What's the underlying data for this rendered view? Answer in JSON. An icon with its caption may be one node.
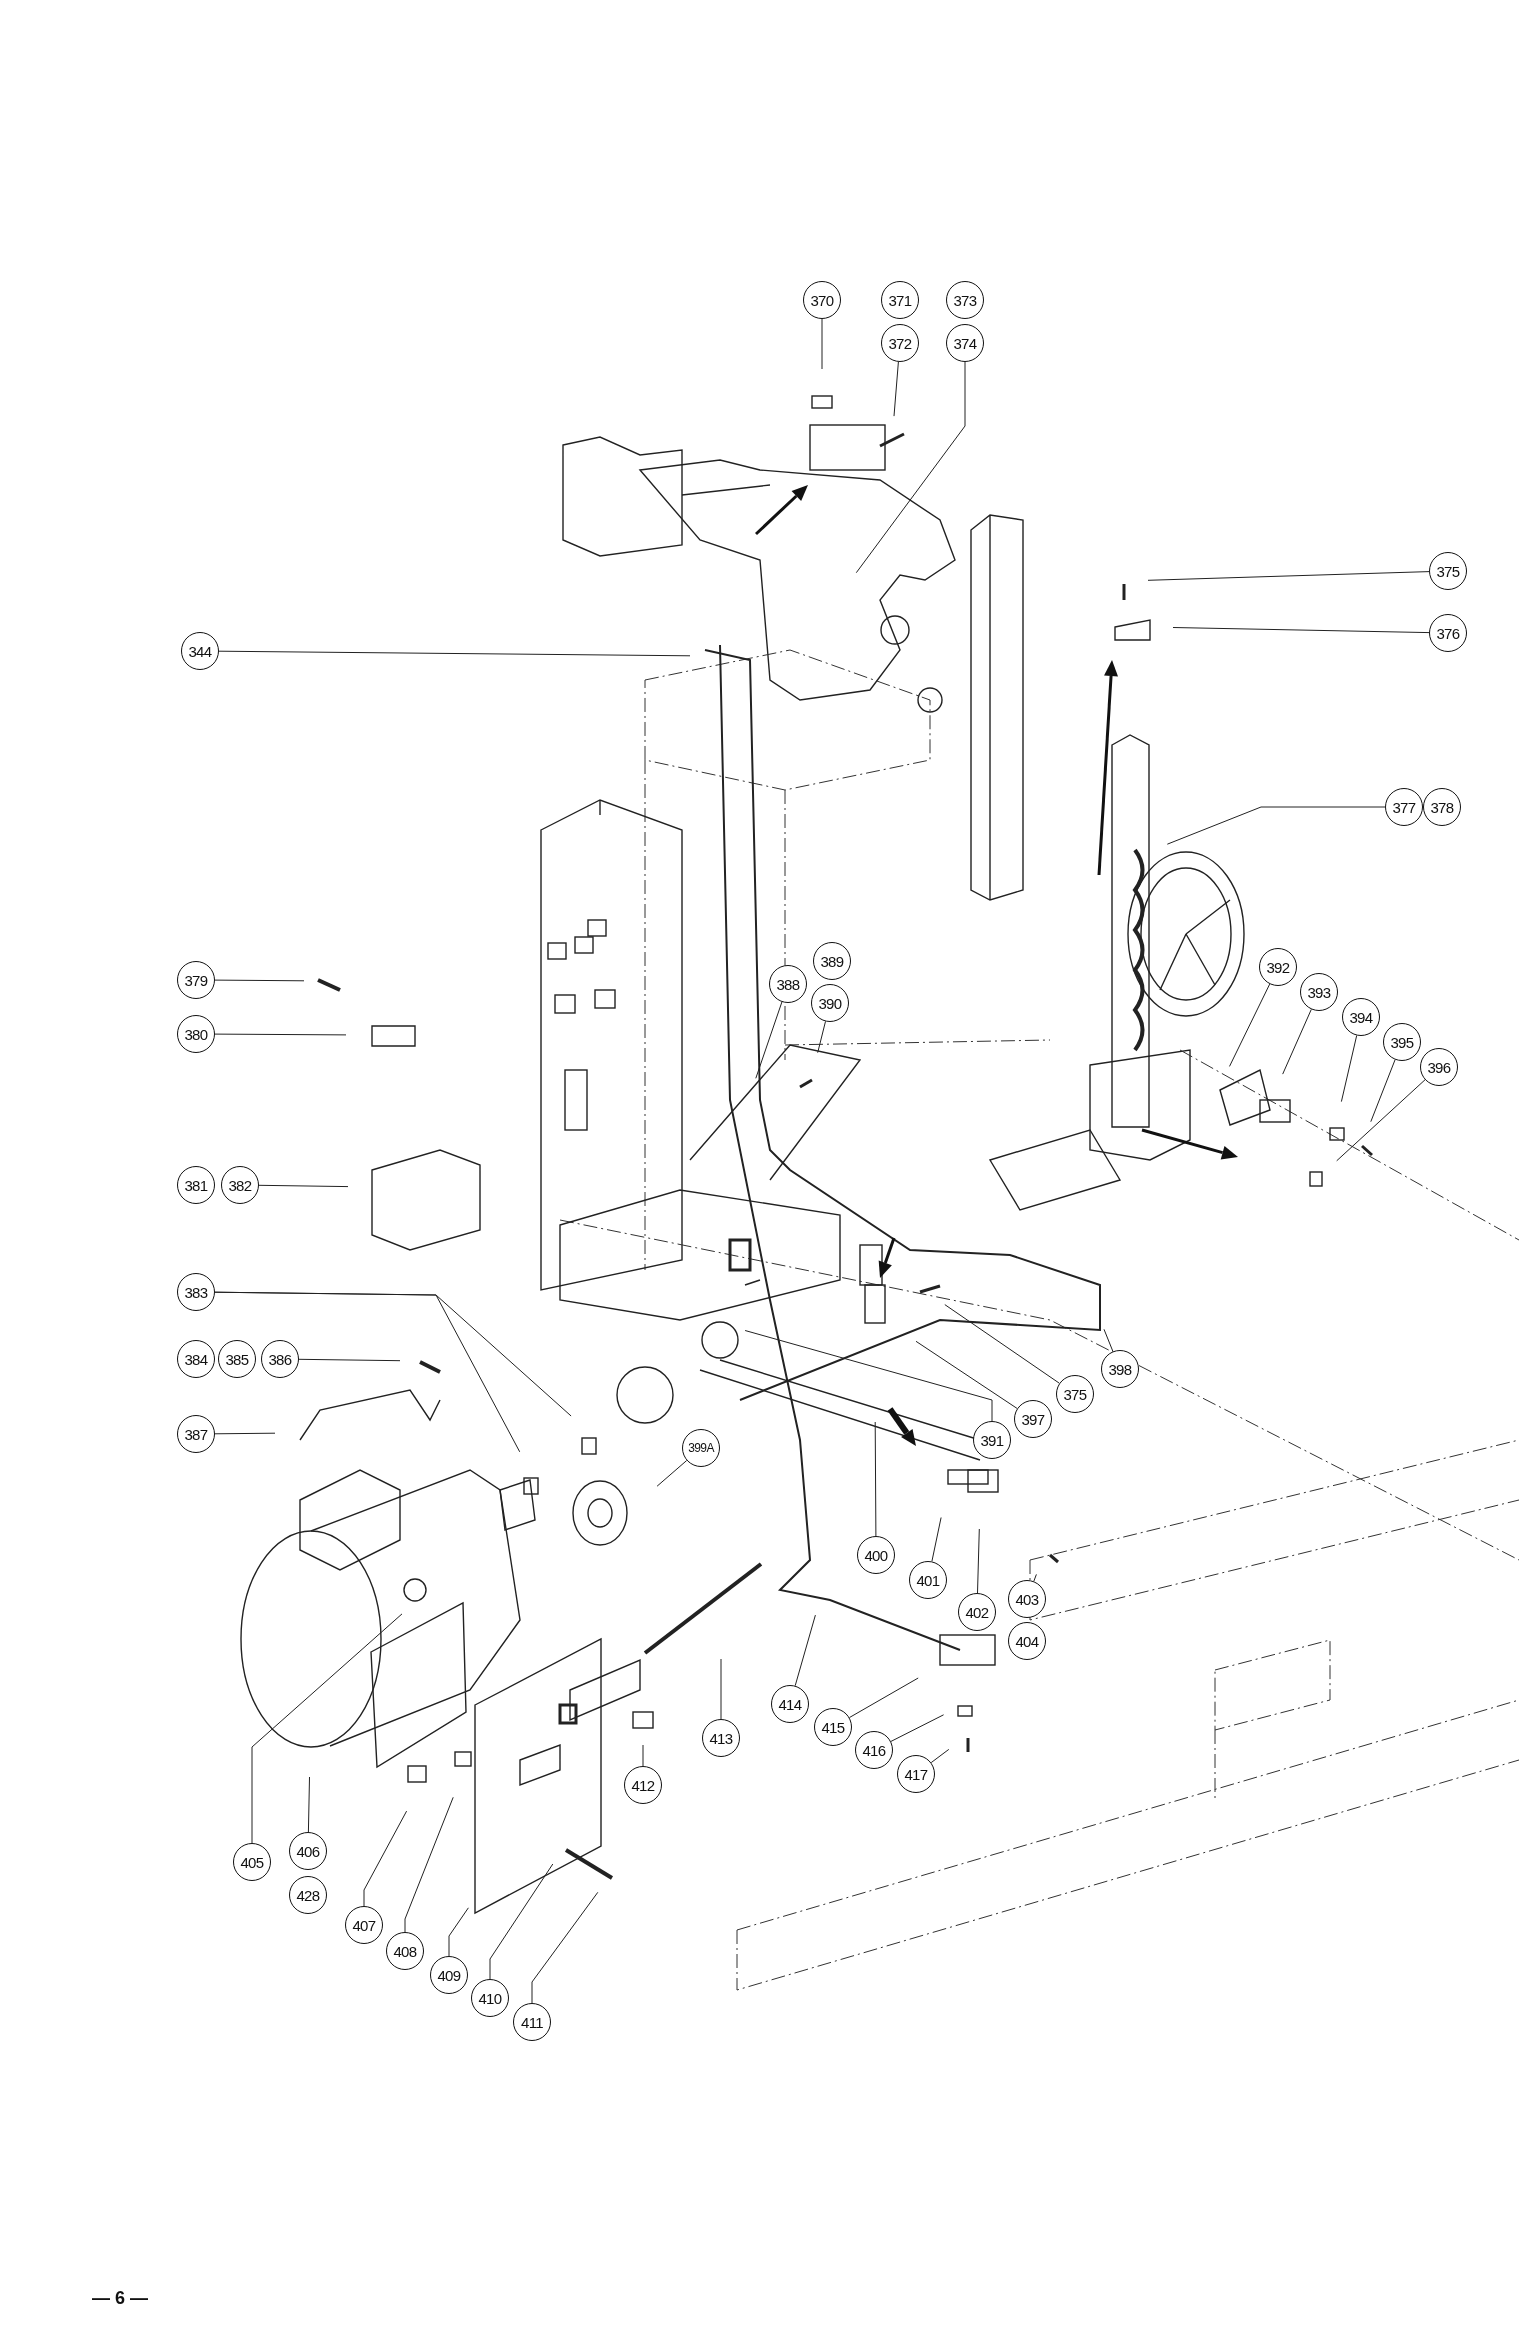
{
  "diagram": {
    "nodes": [
      {
        "text": [
          "370"
        ]
      },
      {
        "text": [
          "371"
        ]
      },
      {
        "text": [
          "373"
        ]
      },
      {
        "text": [
          "372"
        ]
      },
      {
        "text": [
          "374"
        ]
      },
      {
        "text": [
          "375"
        ]
      },
      {
        "text": [
          "376"
        ]
      },
      {
        "text": [
          "344"
        ]
      },
      {
        "text": [
          "377"
        ]
      },
      {
        "text": [
          "378"
        ]
      },
      {
        "text": [
          "379"
        ]
      },
      {
        "text": [
          "389"
        ]
      },
      {
        "text": [
          "392"
        ]
      },
      {
        "text": [
          "388"
        ]
      },
      {
        "text": [
          "393"
        ]
      },
      {
        "text": [
          "390"
        ]
      },
      {
        "text": [
          "394"
        ]
      },
      {
        "text": [
          "380"
        ]
      },
      {
        "text": [
          "395"
        ]
      },
      {
        "text": [
          "396"
        ]
      },
      {
        "text": [
          "381"
        ]
      },
      {
        "text": [
          "382"
        ]
      },
      {
        "text": [
          "383"
        ]
      },
      {
        "text": [
          "384"
        ]
      },
      {
        "text": [
          "385"
        ]
      },
      {
        "text": [
          "386"
        ]
      },
      {
        "text": [
          "398"
        ]
      },
      {
        "text": [
          "391"
        ]
      },
      {
        "text": [
          "375"
        ]
      },
      {
        "text": [
          "397"
        ]
      },
      {
        "text": [
          "387"
        ]
      },
      {
        "text": [
          "399A"
        ]
      },
      {
        "text": [
          "400"
        ]
      },
      {
        "text": [
          "401"
        ]
      },
      {
        "text": [
          "403"
        ]
      },
      {
        "text": [
          "402"
        ]
      },
      {
        "text": [
          "404"
        ]
      },
      {
        "text": [
          "414"
        ]
      },
      {
        "text": [
          "415"
        ]
      },
      {
        "text": [
          "413"
        ]
      },
      {
        "text": [
          "416"
        ]
      },
      {
        "text": [
          "417"
        ]
      },
      {
        "text": [
          "412"
        ]
      },
      {
        "text": [
          "406"
        ]
      },
      {
        "text": [
          "405"
        ]
      },
      {
        "text": [
          "428"
        ]
      },
      {
        "text": [
          "407"
        ]
      },
      {
        "text": [
          "408"
        ]
      },
      {
        "text": [
          "409"
        ]
      },
      {
        "text": [
          "410"
        ]
      },
      {
        "text": [
          "411"
        ]
      }
    ],
    "edges": [
      {
        "from": 0,
        "to": null,
        "arrow": "none"
      },
      {
        "from": 3,
        "to": null,
        "arrow": "none"
      },
      {
        "from": 4,
        "to": null,
        "arrow": "none"
      },
      {
        "from": 5,
        "to": null,
        "arrow": "none"
      },
      {
        "from": 6,
        "to": null,
        "arrow": "none"
      },
      {
        "from": 7,
        "to": null,
        "arrow": "none"
      },
      {
        "from": 8,
        "to": null,
        "arrow": "none"
      },
      {
        "from": 10,
        "to": null,
        "arrow": "none"
      },
      {
        "from": 13,
        "to": null,
        "arrow": "none"
      },
      {
        "from": 15,
        "to": null,
        "arrow": "none"
      },
      {
        "from": 12,
        "to": null,
        "arrow": "none"
      },
      {
        "from": 14,
        "to": null,
        "arrow": "none"
      },
      {
        "from": 16,
        "to": null,
        "arrow": "none"
      },
      {
        "from": 18,
        "to": null,
        "arrow": "none"
      },
      {
        "from": 19,
        "to": null,
        "arrow": "none"
      },
      {
        "from": 17,
        "to": null,
        "arrow": "none"
      },
      {
        "from": 21,
        "to": null,
        "arrow": "none"
      },
      {
        "from": 22,
        "to": null,
        "arrow": "none"
      },
      {
        "from": 22,
        "to": null,
        "arrow": "none"
      },
      {
        "from": 25,
        "to": null,
        "arrow": "none"
      },
      {
        "from": 26,
        "to": null,
        "arrow": "none"
      },
      {
        "from": 28,
        "to": null,
        "arrow": "none"
      },
      {
        "from": 29,
        "to": null,
        "arrow": "none"
      },
      {
        "from": 27,
        "to": null,
        "arrow": "none"
      },
      {
        "from": 30,
        "to": null,
        "arrow": "none"
      },
      {
        "from": 31,
        "to": null,
        "arrow": "none"
      },
      {
        "from": 32,
        "to": null,
        "arrow": "none"
      },
      {
        "from": 33,
        "to": null,
        "arrow": "none"
      },
      {
        "from": 35,
        "to": null,
        "arrow": "none"
      },
      {
        "from": 34,
        "to": null,
        "arrow": "none"
      },
      {
        "from": 37,
        "to": null,
        "arrow": "none"
      },
      {
        "from": 38,
        "to": null,
        "arrow": "none"
      },
      {
        "from": 39,
        "to": null,
        "arrow": "none"
      },
      {
        "from": 40,
        "to": null,
        "arrow": "none"
      },
      {
        "from": 41,
        "to": null,
        "arrow": "none"
      },
      {
        "from": 42,
        "to": null,
        "arrow": "none"
      },
      {
        "from": 43,
        "to": null,
        "arrow": "none"
      },
      {
        "from": 44,
        "to": null,
        "arrow": "none"
      },
      {
        "from": 46,
        "to": null,
        "arrow": "none"
      },
      {
        "from": 47,
        "to": null,
        "arrow": "none"
      },
      {
        "from": 48,
        "to": null,
        "arrow": "none"
      },
      {
        "from": 49,
        "to": null,
        "arrow": "none"
      },
      {
        "from": 50,
        "to": null,
        "arrow": "none"
      }
    ],
    "labels": [
      "— 6 —"
    ]
  }
}
